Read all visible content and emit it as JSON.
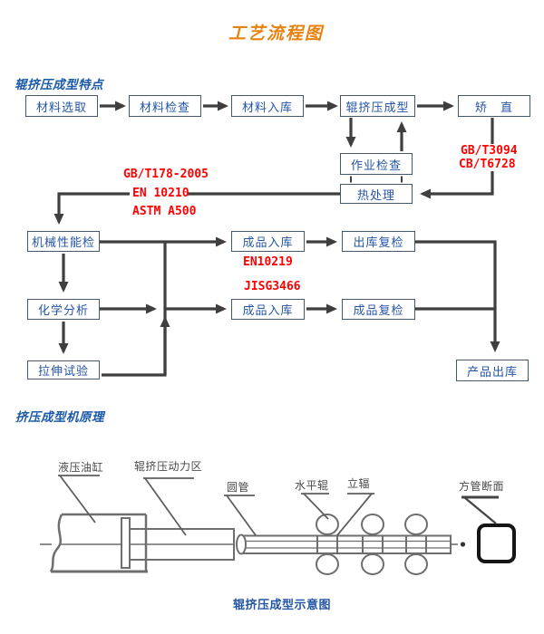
{
  "title": "工艺流程图",
  "sections": {
    "features_heading": "辊挤压成型特点",
    "principle_heading": "挤压成型机原理"
  },
  "flowchart": {
    "boxes": [
      {
        "id": "material-select",
        "label": "材料选取"
      },
      {
        "id": "material-inspect",
        "label": "材料检查"
      },
      {
        "id": "material-storage",
        "label": "材料入库"
      },
      {
        "id": "roll-extrusion",
        "label": "辊挤压成型"
      },
      {
        "id": "straightening",
        "label": "矫　直"
      },
      {
        "id": "operation-check",
        "label": "作业检查"
      },
      {
        "id": "heat-treatment",
        "label": "热处理"
      },
      {
        "id": "mechanical-test",
        "label": "机械性能检"
      },
      {
        "id": "product-storage-1",
        "label": "成品入库"
      },
      {
        "id": "outbound-recheck",
        "label": "出库复检"
      },
      {
        "id": "chemical-analysis",
        "label": "化学分析"
      },
      {
        "id": "product-storage-2",
        "label": "成品入库"
      },
      {
        "id": "product-recheck",
        "label": "成品复检"
      },
      {
        "id": "tensile-test",
        "label": "拉伸试验"
      },
      {
        "id": "product-outbound",
        "label": "产品出库"
      }
    ],
    "standards": {
      "left_group": [
        "GB/T178-2005",
        "EN 10210",
        "ASTM A500"
      ],
      "right_group": [
        "GB/T3094",
        "CB/T6728"
      ],
      "mid_upper": "EN10219",
      "mid_lower": "JISG3466"
    }
  },
  "machine": {
    "labels": [
      {
        "id": "hydraulic-cylinder",
        "label": "液压油缸"
      },
      {
        "id": "roll-power-zone",
        "label": "辊挤压动力区"
      },
      {
        "id": "round-tube",
        "label": "圆管"
      },
      {
        "id": "horizontal-roller",
        "label": "水平辊"
      },
      {
        "id": "vertical-roller",
        "label": "立辐"
      },
      {
        "id": "square-tube-section",
        "label": "方管断面"
      }
    ],
    "caption": "辊挤压成型示意图"
  },
  "colors": {
    "title_orange": "#e8810e",
    "heading_blue": "#1a5aa8",
    "box_text_blue": "#2455a4",
    "box_border": "#46566b",
    "standard_red": "#ff0000",
    "arrow_gray": "#3f3f3f",
    "machine_gray": "#6e6e6e"
  }
}
